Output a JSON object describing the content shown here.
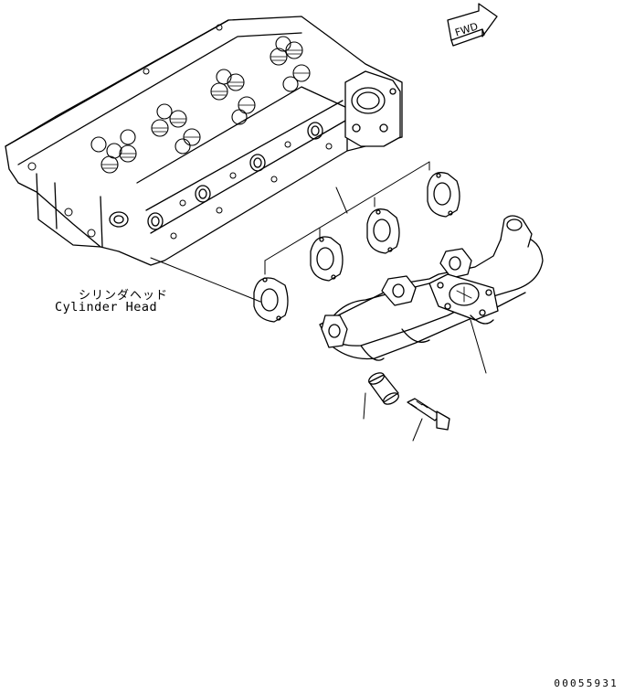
{
  "labels": {
    "cylinder_head_jp": "シリンダヘッド",
    "cylinder_head_en": "Cylinder Head",
    "direction": "FWD"
  },
  "document_number": "00055931",
  "icons": [
    "fwd-arrow-icon"
  ],
  "colors": {
    "line": "#000000",
    "background": "#ffffff"
  }
}
